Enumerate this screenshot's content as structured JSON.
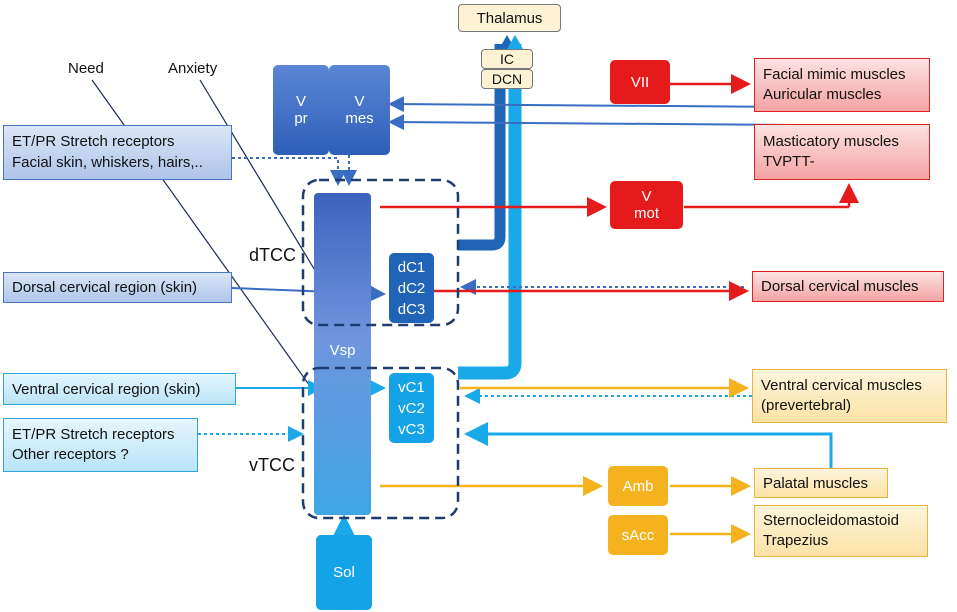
{
  "labels": {
    "need": "Need",
    "anxiety": "Anxiety",
    "dtcc": "dTCC",
    "vtcc": "vTCC"
  },
  "nuclei": {
    "thalamus": "Thalamus",
    "ic": "IC",
    "dcn": "DCN",
    "v_pr_1": "V",
    "v_pr_2": "pr",
    "v_mes_1": "V",
    "v_mes_2": "mes",
    "vsp": "Vsp",
    "sol": "Sol",
    "dc": [
      "dC1",
      "dC2",
      "dC3"
    ],
    "vc": [
      "vC1",
      "vC2",
      "vC3"
    ],
    "vii": "VII",
    "v_mot_1": "V",
    "v_mot_2": "mot",
    "amb": "Amb",
    "sacc": "sAcc"
  },
  "inputs": {
    "etpr_facial_1": "ET/PR Stretch receptors",
    "etpr_facial_2": "Facial skin, whiskers, hairs,..",
    "dorsal_cervical": "Dorsal cervical region (skin)",
    "ventral_cervical": "Ventral cervical region (skin)",
    "etpr_other_1": "ET/PR Stretch receptors",
    "etpr_other_2": "Other receptors ?"
  },
  "outputs": {
    "facial_1": "Facial mimic muscles",
    "facial_2": "Auricular muscles",
    "mast_1": "Masticatory muscles",
    "mast_2": "TVPTT-",
    "dorsal": "Dorsal cervical muscles",
    "ventral_1": "Ventral cervical muscles",
    "ventral_2": "(prevertebral)",
    "palatal": "Palatal muscles",
    "scm_1": "Sternocleidomastoid",
    "scm_2": "Trapezius"
  },
  "colors": {
    "trigeminal_blue": "#3a6cc4",
    "cervical_cyan": "#19a8e8",
    "motor_red": "#e51b1b",
    "motor_orange": "#f5b21f"
  }
}
